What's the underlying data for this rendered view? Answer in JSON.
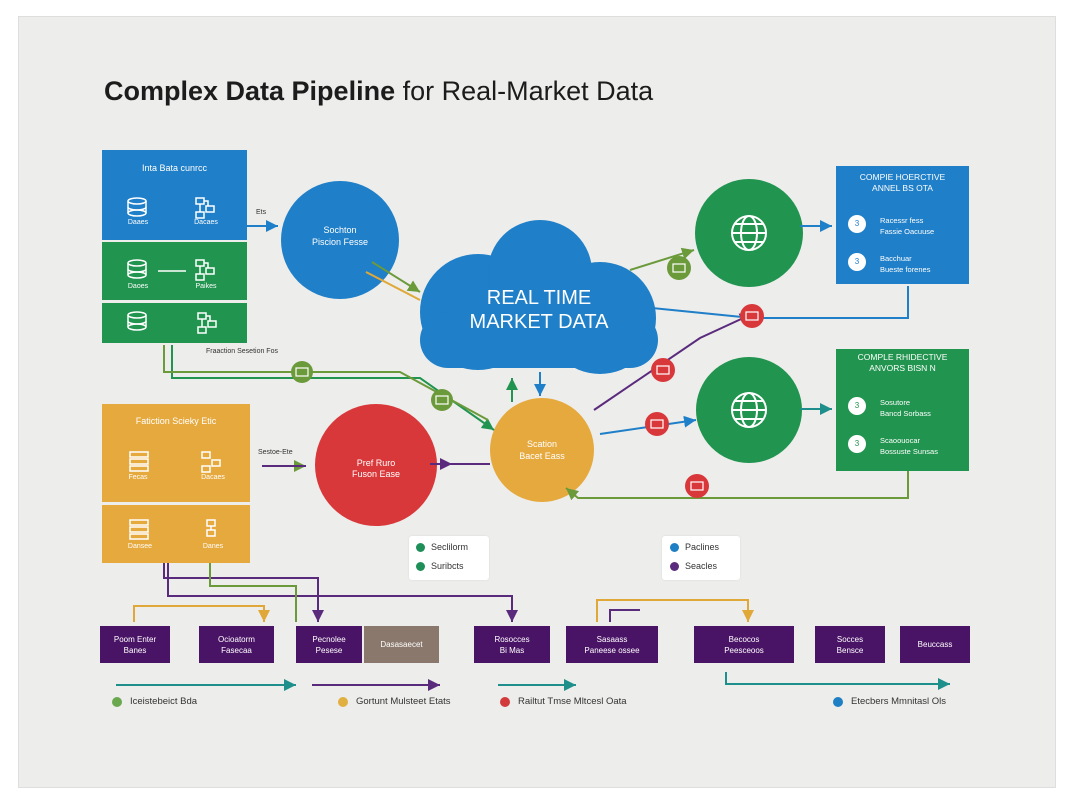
{
  "title": {
    "bold": "Complex Data Pipeline",
    "light": " for Real-Market Data"
  },
  "center_cloud": {
    "line1": "REAL TIME",
    "line2": "MARKET DATA"
  },
  "sources": {
    "header": "Inta Bata cunrcc",
    "row1_left": "Daaes",
    "row1_right": "Dacaes",
    "row2_left": "Daoes",
    "row2_right": "Paikes"
  },
  "storage": {
    "header": "Fatiction Scieky Etic",
    "row1_left": "Fecas",
    "row1_right": "Dacaes",
    "row2_left": "Dansee",
    "row2_right": "Danes"
  },
  "circles": {
    "blue": {
      "line1": "Sochton",
      "line2": "Piscion Fesse"
    },
    "red": {
      "line1": "Pref Ruro",
      "line2": "Fuson Ease"
    },
    "yellow": {
      "line1": "Scation",
      "line2": "Bacet Eass"
    }
  },
  "right_blue": {
    "header_line1": "COMPIE HOERCTIVE",
    "header_line2": "ANNEL BS OTA",
    "item1_num": "3",
    "item1_line1": "Racessr fess",
    "item1_line2": "Fassie Oacuuse",
    "item2_num": "3",
    "item2_line1": "Bacchuar",
    "item2_line2": "Bueste forenes"
  },
  "right_green": {
    "header_line1": "COMPLE RHIDECTIVE",
    "header_line2": "ANVORS BISN N",
    "item1_num": "3",
    "item1_line1": "Sosutore",
    "item1_line2": "Bancd Sorbass",
    "item2_num": "3",
    "item2_line1": "Scaoouocar",
    "item2_line2": "Bossuste Sunsas"
  },
  "arrow_labels": {
    "a1": "Ets",
    "a2": "Fraaction Sesetion Fos",
    "a3": "Sestoe-Ete"
  },
  "legend_left": [
    {
      "label": "Seclilorm",
      "color": "#1f8f5a"
    },
    {
      "label": "Suribcts",
      "color": "#1f8f5a"
    }
  ],
  "legend_right": [
    {
      "label": "Paclines",
      "color": "#1e7fc4"
    },
    {
      "label": "Seacles",
      "color": "#5a2a7c"
    }
  ],
  "bottom_boxes": [
    {
      "line1": "Poom Enter",
      "line2": "Banes"
    },
    {
      "line1": "Ocioatorm",
      "line2": "Fasecaa"
    },
    {
      "line1": "Pecnolee",
      "line2": "Pesese"
    },
    {
      "line1": "Dasasaecet",
      "line2": ""
    },
    {
      "line1": "Rosocces",
      "line2": "Bi Mas"
    },
    {
      "line1": "Sasaass",
      "line2": "Paneese ossee"
    },
    {
      "line1": "Becocos",
      "line2": "Peesceoos"
    },
    {
      "line1": "Socces",
      "line2": "Bensce"
    },
    {
      "line1": "Beuccass",
      "line2": ""
    }
  ],
  "bottom_legend": [
    {
      "label": "Iceistebeict Bda",
      "color": "#6aa84f"
    },
    {
      "label": "Gortunt Mulsteet Etats",
      "color": "#e0b040"
    },
    {
      "label": "Railtut Tmse Mltcesl Oata",
      "color": "#d23b3b"
    },
    {
      "label": "Etecbers Mmnitasl Ols",
      "color": "#1e7fc4"
    }
  ],
  "colors": {
    "blue": "#1f7fc8",
    "green": "#21944f",
    "yellow": "#e6a93e",
    "red": "#d9383a",
    "purple": "#4a1466",
    "olive": "#6b9a3a"
  }
}
